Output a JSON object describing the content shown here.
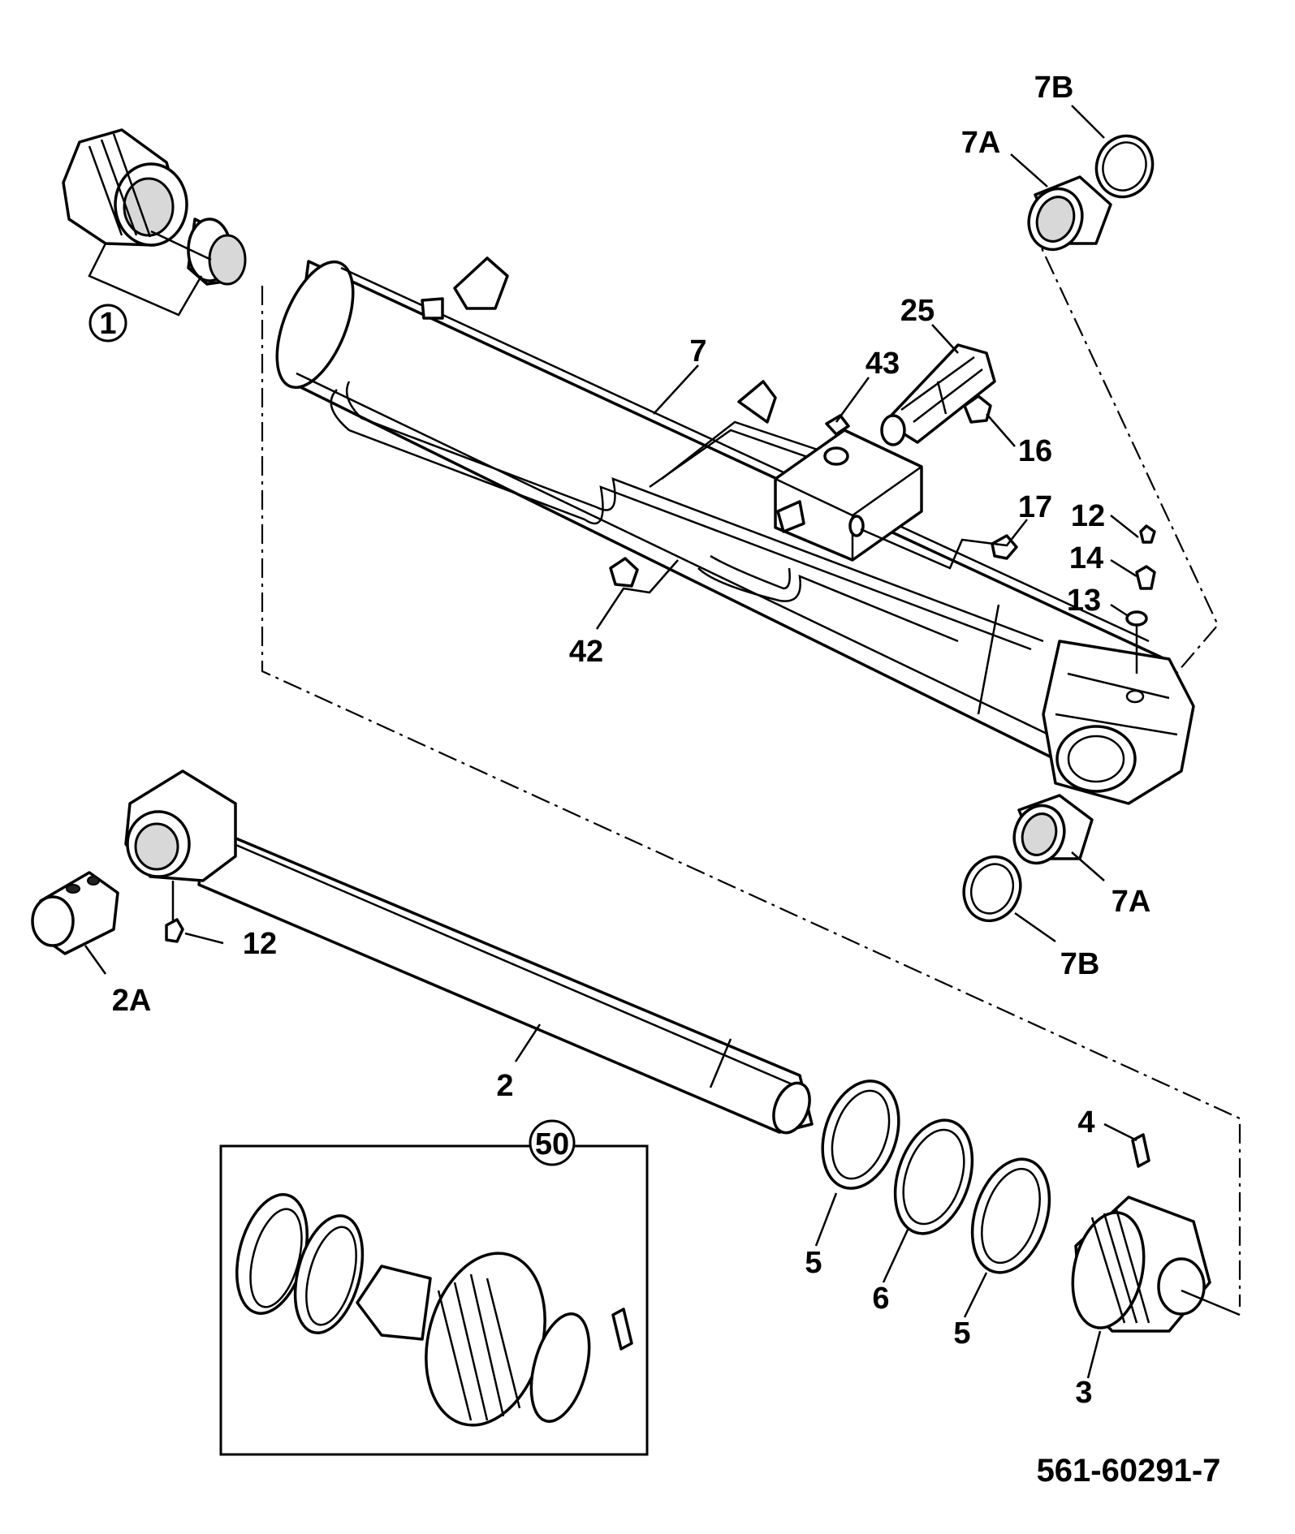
{
  "drawing": {
    "doc_number": "561-60291-7",
    "callouts": {
      "c1": "1",
      "c7B_top": "7B",
      "c7A_top": "7A",
      "c25": "25",
      "c43": "43",
      "c7": "7",
      "c16": "16",
      "c17": "17",
      "c12_top": "12",
      "c14": "14",
      "c13": "13",
      "c42": "42",
      "c7A_bot": "7A",
      "c7B_bot": "7B",
      "c12_left": "12",
      "c2A": "2A",
      "c2": "2",
      "c50": "50",
      "c4": "4",
      "c5a": "5",
      "c6": "6",
      "c5b": "5",
      "c3": "3"
    }
  }
}
